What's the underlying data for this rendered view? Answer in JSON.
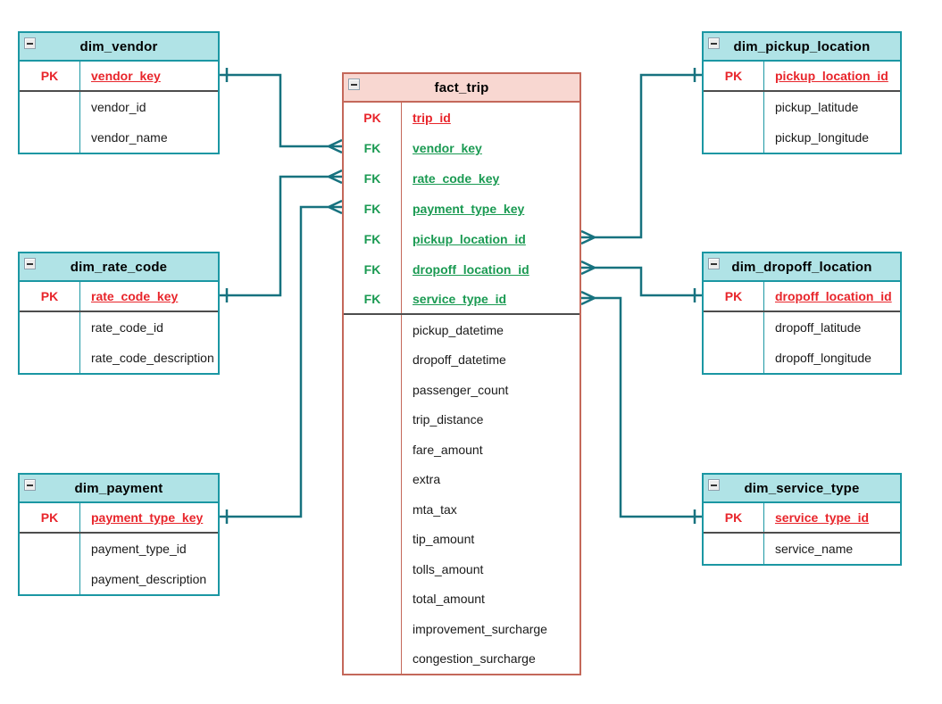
{
  "colors": {
    "dim_header_fill": "#b0e3e6",
    "dim_border": "#1b97a3",
    "fact_header_fill": "#f8d7d1",
    "fact_border": "#c4685a",
    "pk_text": "#e8252b",
    "fk_text": "#1a9a52",
    "attr_text": "#1a1a1a",
    "connector": "#17727f",
    "section_divider": "#4d4d4d"
  },
  "icons": {
    "collapse": "minus-box-icon"
  },
  "entities": [
    {
      "title": "dim_vendor",
      "kind": "dimension",
      "columns": [
        {
          "tag": "PK",
          "name": "vendor_key"
        },
        {
          "tag": "",
          "name": "vendor_id"
        },
        {
          "tag": "",
          "name": "vendor_name"
        }
      ]
    },
    {
      "title": "dim_rate_code",
      "kind": "dimension",
      "columns": [
        {
          "tag": "PK",
          "name": "rate_code_key"
        },
        {
          "tag": "",
          "name": "rate_code_id"
        },
        {
          "tag": "",
          "name": "rate_code_description"
        }
      ]
    },
    {
      "title": "dim_payment",
      "kind": "dimension",
      "columns": [
        {
          "tag": "PK",
          "name": "payment_type_key"
        },
        {
          "tag": "",
          "name": "payment_type_id"
        },
        {
          "tag": "",
          "name": "payment_description"
        }
      ]
    },
    {
      "title": "fact_trip",
      "kind": "fact",
      "columns": [
        {
          "tag": "PK",
          "name": "trip_id"
        },
        {
          "tag": "FK",
          "name": "vendor_key"
        },
        {
          "tag": "FK",
          "name": "rate_code_key"
        },
        {
          "tag": "FK",
          "name": "payment_type_key"
        },
        {
          "tag": "FK",
          "name": "pickup_location_id"
        },
        {
          "tag": "FK",
          "name": "dropoff_location_id"
        },
        {
          "tag": "FK",
          "name": "service_type_id"
        },
        {
          "tag": "",
          "name": "pickup_datetime"
        },
        {
          "tag": "",
          "name": "dropoff_datetime"
        },
        {
          "tag": "",
          "name": "passenger_count"
        },
        {
          "tag": "",
          "name": "trip_distance"
        },
        {
          "tag": "",
          "name": "fare_amount"
        },
        {
          "tag": "",
          "name": "extra"
        },
        {
          "tag": "",
          "name": "mta_tax"
        },
        {
          "tag": "",
          "name": "tip_amount"
        },
        {
          "tag": "",
          "name": "tolls_amount"
        },
        {
          "tag": "",
          "name": "total_amount"
        },
        {
          "tag": "",
          "name": "improvement_surcharge"
        },
        {
          "tag": "",
          "name": "congestion_surcharge"
        }
      ]
    },
    {
      "title": "dim_pickup_location",
      "kind": "dimension",
      "columns": [
        {
          "tag": "PK",
          "name": "pickup_location_id"
        },
        {
          "tag": "",
          "name": "pickup_latitude"
        },
        {
          "tag": "",
          "name": "pickup_longitude"
        }
      ]
    },
    {
      "title": "dim_dropoff_location",
      "kind": "dimension",
      "columns": [
        {
          "tag": "PK",
          "name": "dropoff_location_id"
        },
        {
          "tag": "",
          "name": "dropoff_latitude"
        },
        {
          "tag": "",
          "name": "dropoff_longitude"
        }
      ]
    },
    {
      "title": "dim_service_type",
      "kind": "dimension",
      "columns": [
        {
          "tag": "PK",
          "name": "service_type_id"
        },
        {
          "tag": "",
          "name": "service_name"
        }
      ]
    }
  ],
  "relationships": [
    {
      "from": "dim_vendor.vendor_key",
      "to": "fact_trip.vendor_key",
      "from_cardinality": "one",
      "to_cardinality": "many"
    },
    {
      "from": "dim_rate_code.rate_code_key",
      "to": "fact_trip.rate_code_key",
      "from_cardinality": "one",
      "to_cardinality": "many"
    },
    {
      "from": "dim_payment.payment_type_key",
      "to": "fact_trip.payment_type_key",
      "from_cardinality": "one",
      "to_cardinality": "many"
    },
    {
      "from": "dim_pickup_location.pickup_location_id",
      "to": "fact_trip.pickup_location_id",
      "from_cardinality": "one",
      "to_cardinality": "many"
    },
    {
      "from": "dim_dropoff_location.dropoff_location_id",
      "to": "fact_trip.dropoff_location_id",
      "from_cardinality": "one",
      "to_cardinality": "many"
    },
    {
      "from": "dim_service_type.service_type_id",
      "to": "fact_trip.service_type_id",
      "from_cardinality": "one",
      "to_cardinality": "many"
    }
  ]
}
